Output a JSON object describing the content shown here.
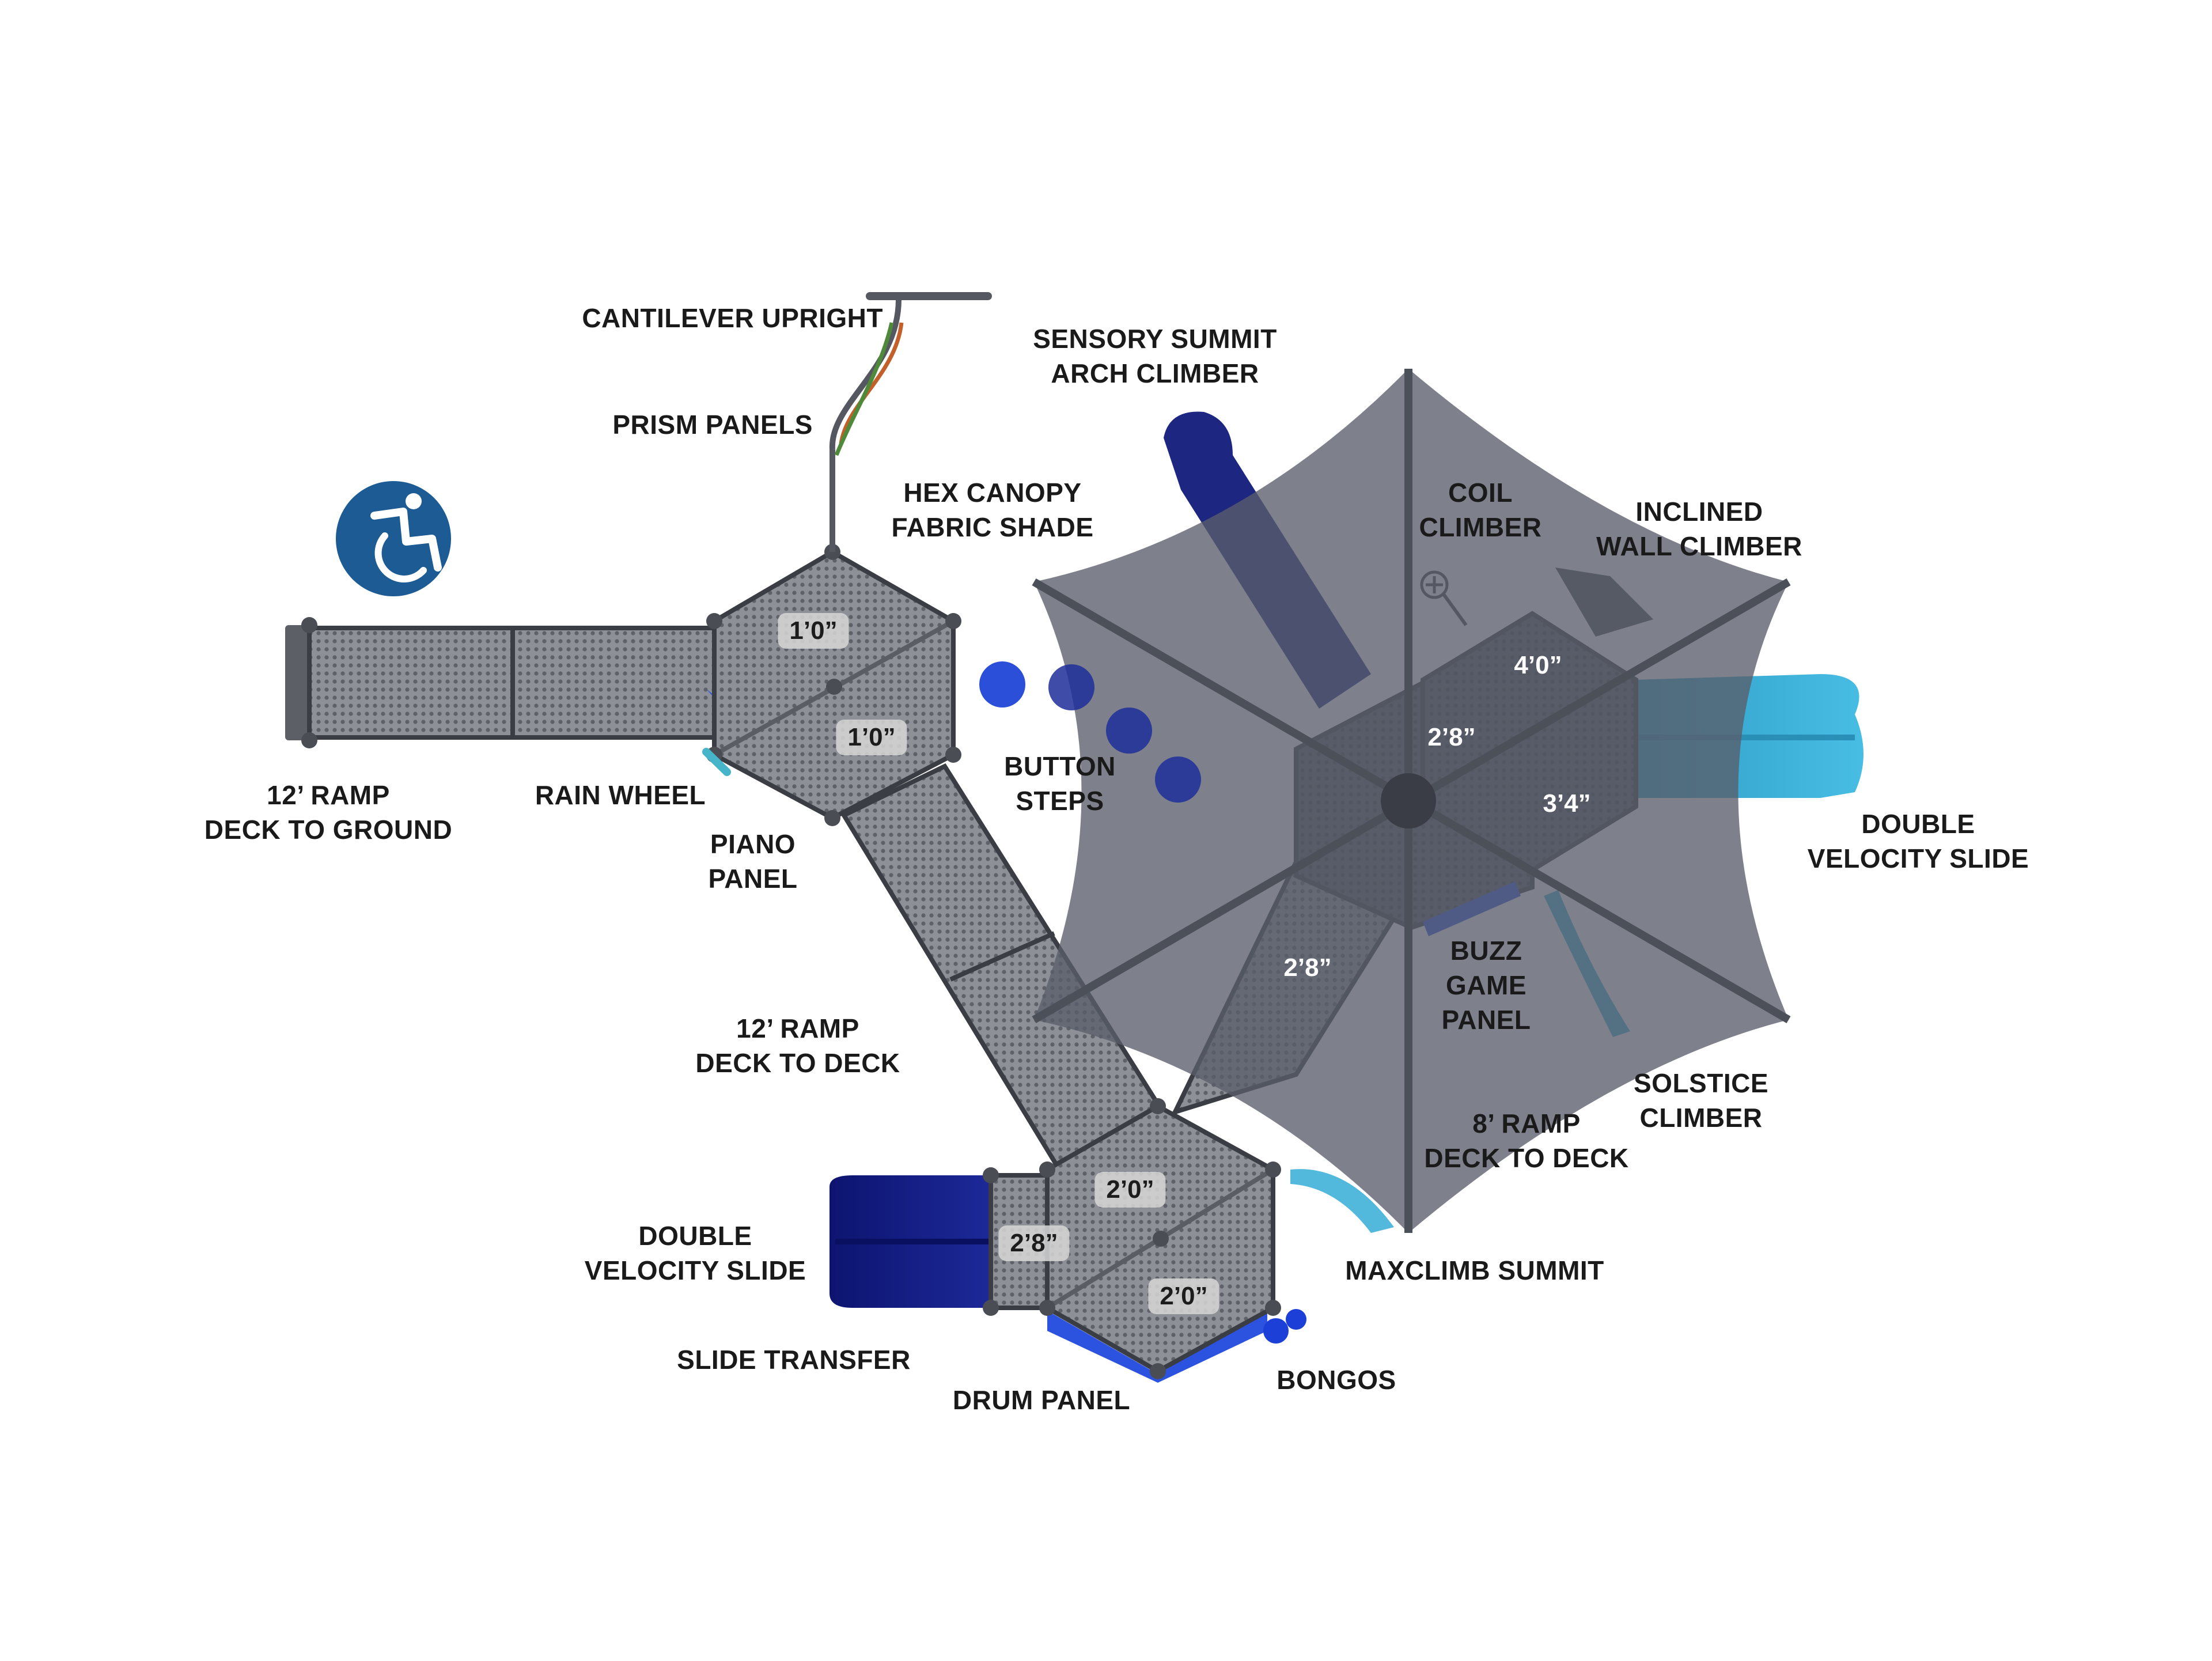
{
  "labels": {
    "cantilever_upright": "CANTILEVER UPRIGHT",
    "prism_panels": "PRISM PANELS",
    "sensory_summit": [
      "SENSORY SUMMIT",
      "ARCH CLIMBER"
    ],
    "hex_canopy": [
      "HEX CANOPY",
      "FABRIC SHADE"
    ],
    "coil_climber": [
      "COIL",
      "CLIMBER"
    ],
    "inclined_wall_climber": [
      "INCLINED",
      "WALL CLIMBER"
    ],
    "ramp_deck_to_ground": [
      "12’ RAMP",
      "DECK TO GROUND"
    ],
    "rain_wheel": "RAIN WHEEL",
    "piano_panel": [
      "PIANO",
      "PANEL"
    ],
    "button_steps": [
      "BUTTON",
      "STEPS"
    ],
    "double_velocity_slide_right": [
      "DOUBLE",
      "VELOCITY SLIDE"
    ],
    "buzz_game_panel": [
      "BUZZ",
      "GAME",
      "PANEL"
    ],
    "ramp_deck_to_deck_12": [
      "12’ RAMP",
      "DECK TO DECK"
    ],
    "solstice_climber": [
      "SOLSTICE",
      "CLIMBER"
    ],
    "ramp_deck_to_deck_8": [
      "8’ RAMP",
      "DECK TO DECK"
    ],
    "double_velocity_slide_left": [
      "DOUBLE",
      "VELOCITY SLIDE"
    ],
    "maxclimb_summit": "MAXCLIMB SUMMIT",
    "slide_transfer": "SLIDE TRANSFER",
    "bongos": "BONGOS",
    "drum_panel": "DRUM PANEL"
  },
  "heights": {
    "left_deck_top": "1’0”",
    "left_deck_bottom": "1’0”",
    "right_deck_top": "4’0”",
    "right_center": "2’8”",
    "right_deck_side": "3’4”",
    "ramp_right": "2’8”",
    "bottom_deck_top": "2’0”",
    "bottom_transfer": "2’8”",
    "bottom_deck_bottom": "2’0”"
  },
  "colors": {
    "deck": "#8c8f95",
    "deck_dark": "#5a5d63",
    "canopy": "#686c76",
    "navy": "#1e2a8c",
    "blue": "#2b4fd8",
    "teal": "#3fb0d8",
    "accessibility": "#1c5b94"
  },
  "icons": {
    "accessibility": "wheelchair-accessibility-icon"
  }
}
